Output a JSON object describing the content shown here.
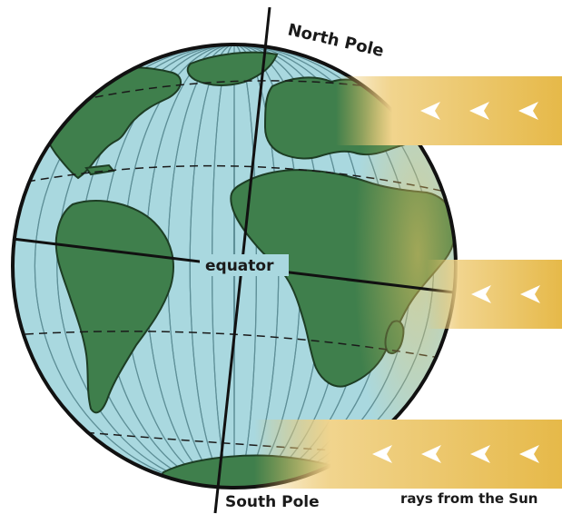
{
  "labels": {
    "north_pole": "North Pole",
    "south_pole": "South Pole",
    "equator": "equator",
    "rays": "rays from the Sun"
  },
  "colors": {
    "ocean": "#a9d8df",
    "land": "#3f7f4c",
    "outline": "#111111",
    "meridian": "#5e8f97",
    "ray_light": "#fbf4df",
    "ray_dark": "#e8bf5a",
    "arrow": "#ffffff"
  }
}
